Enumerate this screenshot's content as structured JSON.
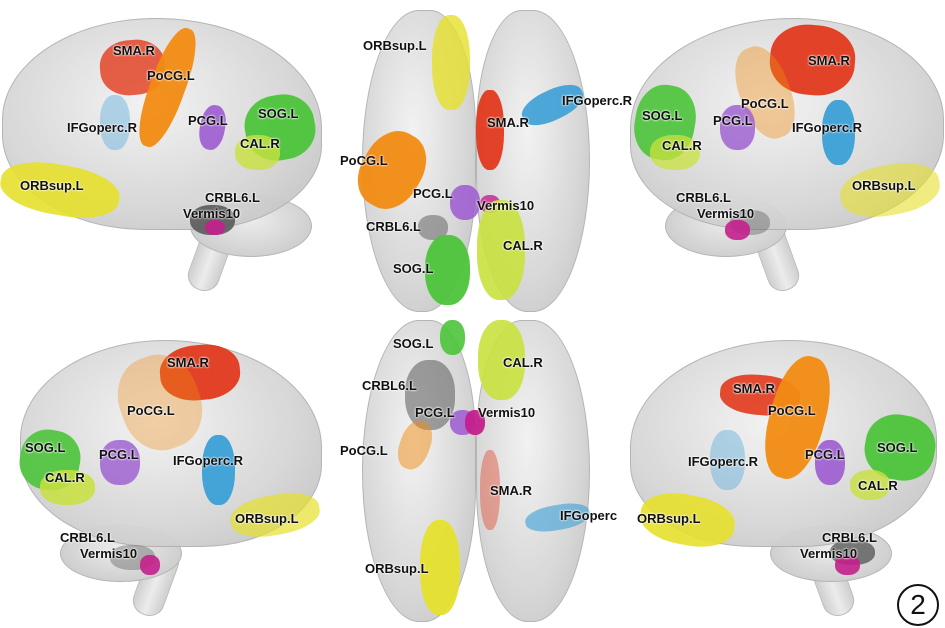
{
  "figure_number": "2",
  "colors": {
    "SMA.R": "#e2391c",
    "PoCG.L": "#f18b12",
    "IFGoperc.R": "#3b9fd6",
    "PCG.L": "#9c5bd0",
    "SOG.L": "#4cc43a",
    "CAL.R": "#c9e13e",
    "ORBsup.L": "#e6e02c",
    "CRBL6.L": "#5a5a5a",
    "Vermis10": "#c4208c"
  },
  "panels": [
    {
      "view": "left-lateral",
      "labels": [
        "SMA.R",
        "PoCG.L",
        "IFGoperc.R",
        "PCG.L",
        "SOG.L",
        "CAL.R",
        "ORBsup.L",
        "CRBL6.L",
        "Vermis10"
      ]
    },
    {
      "view": "superior",
      "labels": [
        "ORBsup.L",
        "IFGoperc.R",
        "SMA.R",
        "PoCG.L",
        "PCG.L",
        "Vermis10",
        "CRBL6.L",
        "CAL.R",
        "SOG.L"
      ]
    },
    {
      "view": "right-lateral",
      "labels": [
        "SMA.R",
        "PoCG.L",
        "SOG.L",
        "PCG.L",
        "IFGoperc.R",
        "CAL.R",
        "ORBsup.L",
        "CRBL6.L",
        "Vermis10"
      ]
    },
    {
      "view": "left-medial",
      "labels": [
        "SMA.R",
        "PoCG.L",
        "SOG.L",
        "PCG.L",
        "IFGoperc.R",
        "CAL.R",
        "ORBsup.L",
        "CRBL6.L",
        "Vermis10"
      ]
    },
    {
      "view": "inferior",
      "labels": [
        "SOG.L",
        "CAL.R",
        "CRBL6.L",
        "PCG.L",
        "Vermis10",
        "PoCG.L",
        "SMA.R",
        "IFGoperc",
        "ORBsup.L"
      ]
    },
    {
      "view": "right-medial",
      "labels": [
        "SMA.R",
        "PoCG.L",
        "IFGoperc.R",
        "PCG.L",
        "SOG.L",
        "CAL.R",
        "ORBsup.L",
        "CRBL6.L",
        "Vermis10"
      ]
    }
  ]
}
